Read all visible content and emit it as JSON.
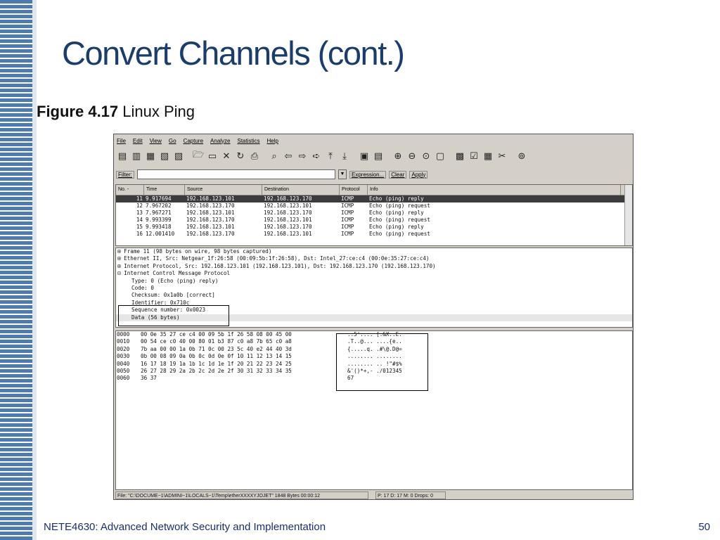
{
  "slide": {
    "title": "Convert Channels (cont.)",
    "figure_label": "Figure 4.17",
    "figure_caption": "Linux Ping",
    "footer": "NETE4630: Advanced Network Security and Implementation",
    "page_number": "50"
  },
  "app": {
    "menu": [
      "File",
      "Edit",
      "View",
      "Go",
      "Capture",
      "Analyze",
      "Statistics",
      "Help"
    ],
    "filter": {
      "label": "Filter:",
      "expression_label": "Expression...",
      "clear_label": "Clear",
      "apply_label": "Apply"
    },
    "packet_list": {
      "columns": [
        "No. -",
        "Time",
        "Source",
        "Destination",
        "Protocol",
        "Info"
      ],
      "rows": [
        {
          "no": "11",
          "time": "9.917694",
          "source": "192.168.123.101",
          "destination": "192.168.123.170",
          "protocol": "ICMP",
          "info": "Echo (ping) reply",
          "selected": true
        },
        {
          "no": "12",
          "time": "7.967202",
          "source": "192.168.123.170",
          "destination": "192.168.123.101",
          "protocol": "ICMP",
          "info": "Echo (ping) request"
        },
        {
          "no": "13",
          "time": "7.967271",
          "source": "192.168.123.101",
          "destination": "192.168.123.170",
          "protocol": "ICMP",
          "info": "Echo (ping) reply"
        },
        {
          "no": "14",
          "time": "9.993399",
          "source": "192.168.123.170",
          "destination": "192.168.123.101",
          "protocol": "ICMP",
          "info": "Echo (ping) request"
        },
        {
          "no": "15",
          "time": "9.993418",
          "source": "192.168.123.101",
          "destination": "192.168.123.170",
          "protocol": "ICMP",
          "info": "Echo (ping) reply"
        },
        {
          "no": "16",
          "time": "12.001410",
          "source": "192.168.123.170",
          "destination": "192.168.123.101",
          "protocol": "ICMP",
          "info": "Echo (ping) request"
        }
      ]
    },
    "details": [
      {
        "text": "⊞ Frame 11 (98 bytes on wire, 98 bytes captured)",
        "indent": false
      },
      {
        "text": "⊞ Ethernet II, Src: Netgear_1f:26:58 (00:09:5b:1f:26:58), Dst: Intel_27:ce:c4 (00:0e:35:27:ce:c4)",
        "indent": false
      },
      {
        "text": "⊞ Internet Protocol, Src: 192.168.123.101 (192.168.123.101), Dst: 192.168.123.170 (192.168.123.170)",
        "indent": false
      },
      {
        "text": "⊟ Internet Control Message Protocol",
        "indent": false
      },
      {
        "text": "Type: 0 (Echo (ping) reply)",
        "indent": true
      },
      {
        "text": "Code: 0",
        "indent": true
      },
      {
        "text": "Checksum: 0x1a0b [correct]",
        "indent": true
      },
      {
        "text": "Identifier: 0x710c",
        "indent": true
      },
      {
        "text": "Sequence number: 0x0023",
        "indent": true
      },
      {
        "text": "Data (56 bytes)",
        "indent": true,
        "shade": true
      }
    ],
    "hex": [
      {
        "offset": "0000",
        "bytes": "00 0e 35 27 ce c4 00 09  5b 1f 26 58 08 00 45 00",
        "ascii": "..5'.... [.&X..E."
      },
      {
        "offset": "0010",
        "bytes": "00 54 ce c0 40 00 80 01  b3 87 c0 a8 7b 65 c0 a8",
        "ascii": ".T..@... ....{e.."
      },
      {
        "offset": "0020",
        "bytes": "7b aa 00 00 1a 0b 71 0c  00 23 5c 40 e2 44 40 3d",
        "ascii": "{.....q. .#\\@.D@="
      },
      {
        "offset": "0030",
        "bytes": "0b 00 08 09 0a 0b 0c 0d  0e 0f 10 11 12 13 14 15",
        "ascii": "........ ........"
      },
      {
        "offset": "0040",
        "bytes": "16 17 18 19 1a 1b 1c 1d  1e 1f 20 21 22 23 24 25",
        "ascii": "........ .. !\"#$%"
      },
      {
        "offset": "0050",
        "bytes": "26 27 28 29 2a 2b 2c 2d  2e 2f 30 31 32 33 34 35",
        "ascii": "&'()*+,- ./012345"
      },
      {
        "offset": "0060",
        "bytes": "36 37",
        "ascii": "67"
      }
    ],
    "status": {
      "file": "File: \"C:\\DOCUME~1\\ADMINI~1\\LOCALS~1\\Temp\\etherXXXXYJOJET\" 1848 Bytes 00:00:12",
      "counts": "P: 17 D: 17 M: 0 Drops: 0"
    }
  }
}
